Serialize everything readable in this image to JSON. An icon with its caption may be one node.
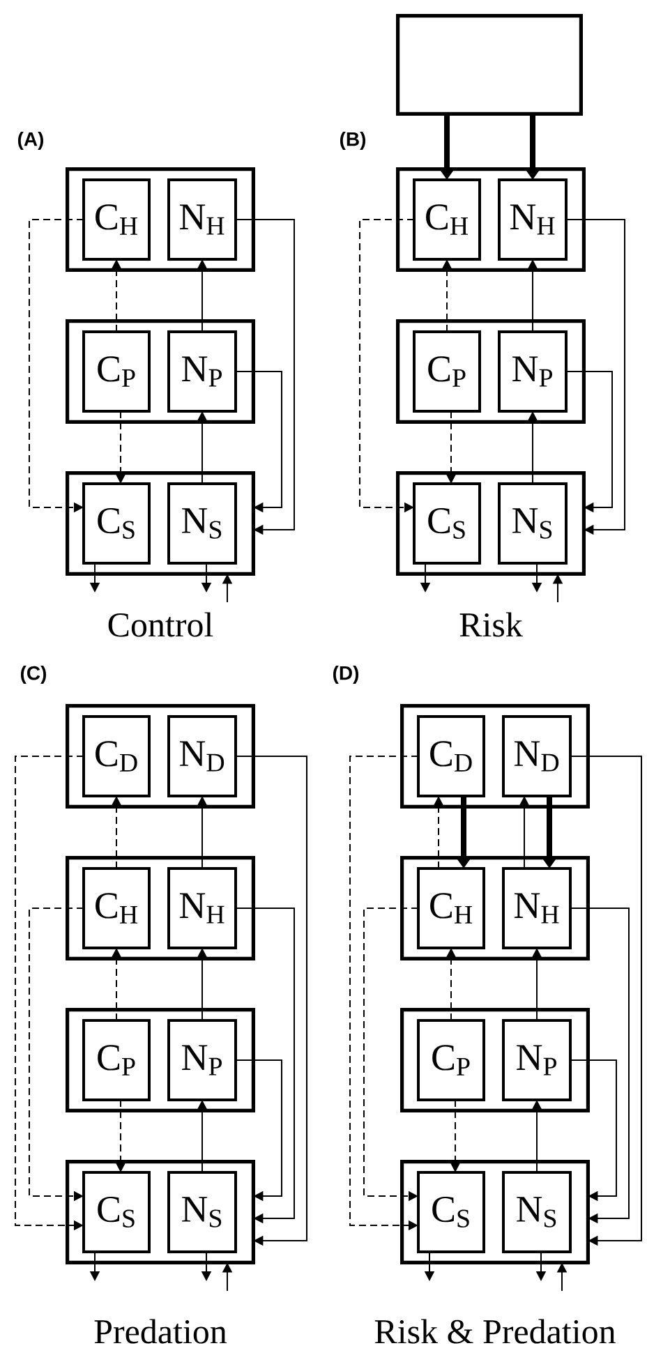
{
  "diagram": {
    "nodes": [
      {
        "text": [],
        "shape": "box"
      },
      {
        "text": [
          "C$_{H}$"
        ],
        "in": 0
      },
      {
        "text": [
          "N$_{H}$"
        ],
        "in": 0
      },
      {
        "text": [],
        "shape": "box"
      },
      {
        "text": [
          "C$_{P}$"
        ],
        "in": 3
      },
      {
        "text": [
          "N$_{P}$"
        ],
        "in": 3
      },
      {
        "text": [],
        "shape": "box"
      },
      {
        "text": [
          "C$_{S}$"
        ],
        "in": 6
      },
      {
        "text": [
          "N$_{S}$"
        ],
        "in": 6
      },
      {
        "text": [],
        "shape": "box"
      },
      {
        "text": [],
        "shape": "box"
      },
      {
        "text": [
          "C$_{H}$"
        ],
        "in": 10
      },
      {
        "text": [
          "N$_{H}$"
        ],
        "in": 10
      },
      {
        "text": [],
        "shape": "box"
      },
      {
        "text": [
          "C$_{P}$"
        ],
        "in": 13
      },
      {
        "text": [
          "N$_{P}$"
        ],
        "in": 13
      },
      {
        "text": [],
        "shape": "box"
      },
      {
        "text": [
          "C$_{S}$"
        ],
        "in": 16
      },
      {
        "text": [
          "N$_{S}$"
        ],
        "in": 16
      },
      {
        "text": [],
        "shape": "box"
      },
      {
        "text": [
          "C$_{D}$"
        ],
        "in": 19
      },
      {
        "text": [
          "N$_{D}$"
        ],
        "in": 19
      },
      {
        "text": [],
        "shape": "box"
      },
      {
        "text": [
          "C$_{H}$"
        ],
        "in": 22
      },
      {
        "text": [
          "N$_{H}$"
        ],
        "in": 22
      },
      {
        "text": [],
        "shape": "box"
      },
      {
        "text": [
          "C$_{P}$"
        ],
        "in": 25
      },
      {
        "text": [
          "N$_{P}$"
        ],
        "in": 25
      },
      {
        "text": [],
        "shape": "box"
      },
      {
        "text": [
          "C$_{S}$"
        ],
        "in": 28
      },
      {
        "text": [
          "N$_{S}$"
        ],
        "in": 28
      },
      {
        "text": [],
        "shape": "box"
      },
      {
        "text": [
          "C$_{D}$"
        ],
        "in": 31
      },
      {
        "text": [
          "N$_{D}$"
        ],
        "in": 31
      },
      {
        "text": [],
        "shape": "box"
      },
      {
        "text": [
          "C$_{H}$"
        ],
        "in": 34
      },
      {
        "text": [
          "N$_{H}$"
        ],
        "in": 34
      },
      {
        "text": [],
        "shape": "box"
      },
      {
        "text": [
          "C$_{P}$"
        ],
        "in": 37
      },
      {
        "text": [
          "N$_{P}$"
        ],
        "in": 37
      },
      {
        "text": [],
        "shape": "box"
      },
      {
        "text": [
          "C$_{S}$"
        ],
        "in": 40
      },
      {
        "text": [
          "N$_{S}$"
        ],
        "in": 40
      }
    ],
    "edges": [
      {
        "from": 4,
        "to": 1,
        "arrow": "to",
        "style": "dashed"
      },
      {
        "from": 5,
        "to": 2,
        "arrow": "to"
      },
      {
        "from": 4,
        "to": 7,
        "arrow": "to",
        "style": "dashed"
      },
      {
        "from": 8,
        "to": 5,
        "arrow": "to"
      },
      {
        "from": 1,
        "to": 7,
        "arrow": "to",
        "style": "dashed"
      },
      {
        "from": 2,
        "to": 6,
        "arrow": "to"
      },
      {
        "from": 5,
        "to": 6,
        "arrow": "to"
      },
      {
        "from": 7,
        "to": null,
        "arrow": "to"
      },
      {
        "from": 8,
        "to": null,
        "arrow": "to"
      },
      {
        "from": null,
        "to": 6,
        "arrow": "to"
      },
      {
        "from": 9,
        "to": 11,
        "arrow": "to",
        "style": "thick"
      },
      {
        "from": 9,
        "to": 12,
        "arrow": "to",
        "style": "thick"
      },
      {
        "from": 14,
        "to": 11,
        "arrow": "to",
        "style": "dashed"
      },
      {
        "from": 15,
        "to": 12,
        "arrow": "to"
      },
      {
        "from": 14,
        "to": 17,
        "arrow": "to",
        "style": "dashed"
      },
      {
        "from": 18,
        "to": 15,
        "arrow": "to"
      },
      {
        "from": 11,
        "to": 17,
        "arrow": "to",
        "style": "dashed"
      },
      {
        "from": 12,
        "to": 16,
        "arrow": "to"
      },
      {
        "from": 15,
        "to": 16,
        "arrow": "to"
      },
      {
        "from": 17,
        "to": null,
        "arrow": "to"
      },
      {
        "from": 18,
        "to": null,
        "arrow": "to"
      },
      {
        "from": null,
        "to": 16,
        "arrow": "to"
      },
      {
        "from": 23,
        "to": 20,
        "arrow": "to",
        "style": "dashed"
      },
      {
        "from": 24,
        "to": 21,
        "arrow": "to"
      },
      {
        "from": 26,
        "to": 23,
        "arrow": "to",
        "style": "dashed"
      },
      {
        "from": 27,
        "to": 24,
        "arrow": "to"
      },
      {
        "from": 26,
        "to": 29,
        "arrow": "to",
        "style": "dashed"
      },
      {
        "from": 30,
        "to": 27,
        "arrow": "to"
      },
      {
        "from": 20,
        "to": 29,
        "arrow": "to",
        "style": "dashed"
      },
      {
        "from": 23,
        "to": 29,
        "arrow": "to",
        "style": "dashed"
      },
      {
        "from": 21,
        "to": 28,
        "arrow": "to"
      },
      {
        "from": 24,
        "to": 28,
        "arrow": "to"
      },
      {
        "from": 27,
        "to": 28,
        "arrow": "to"
      },
      {
        "from": 29,
        "to": null,
        "arrow": "to"
      },
      {
        "from": 30,
        "to": null,
        "arrow": "to"
      },
      {
        "from": null,
        "to": 28,
        "arrow": "to"
      },
      {
        "from": 32,
        "to": 35,
        "arrow": "to",
        "style": "thick"
      },
      {
        "from": 33,
        "to": 36,
        "arrow": "to",
        "style": "thick"
      },
      {
        "from": 35,
        "to": 32,
        "arrow": "to",
        "style": "dashed"
      },
      {
        "from": 36,
        "to": 33,
        "arrow": "to"
      },
      {
        "from": 38,
        "to": 35,
        "arrow": "to",
        "style": "dashed"
      },
      {
        "from": 39,
        "to": 36,
        "arrow": "to"
      },
      {
        "from": 38,
        "to": 41,
        "arrow": "to",
        "style": "dashed"
      },
      {
        "from": 42,
        "to": 39,
        "arrow": "to"
      },
      {
        "from": 32,
        "to": 41,
        "arrow": "to",
        "style": "dashed"
      },
      {
        "from": 35,
        "to": 41,
        "arrow": "to",
        "style": "dashed"
      },
      {
        "from": 33,
        "to": 40,
        "arrow": "to"
      },
      {
        "from": 36,
        "to": 40,
        "arrow": "to"
      },
      {
        "from": 39,
        "to": 40,
        "arrow": "to"
      },
      {
        "from": 41,
        "to": null,
        "arrow": "to"
      },
      {
        "from": 42,
        "to": null,
        "arrow": "to"
      },
      {
        "from": null,
        "to": 40,
        "arrow": "to"
      }
    ],
    "labels": [
      "(A)",
      "(B)",
      "Control",
      "Risk",
      "(C)",
      "(D)",
      "Predation",
      "Risk & Predation"
    ]
  }
}
